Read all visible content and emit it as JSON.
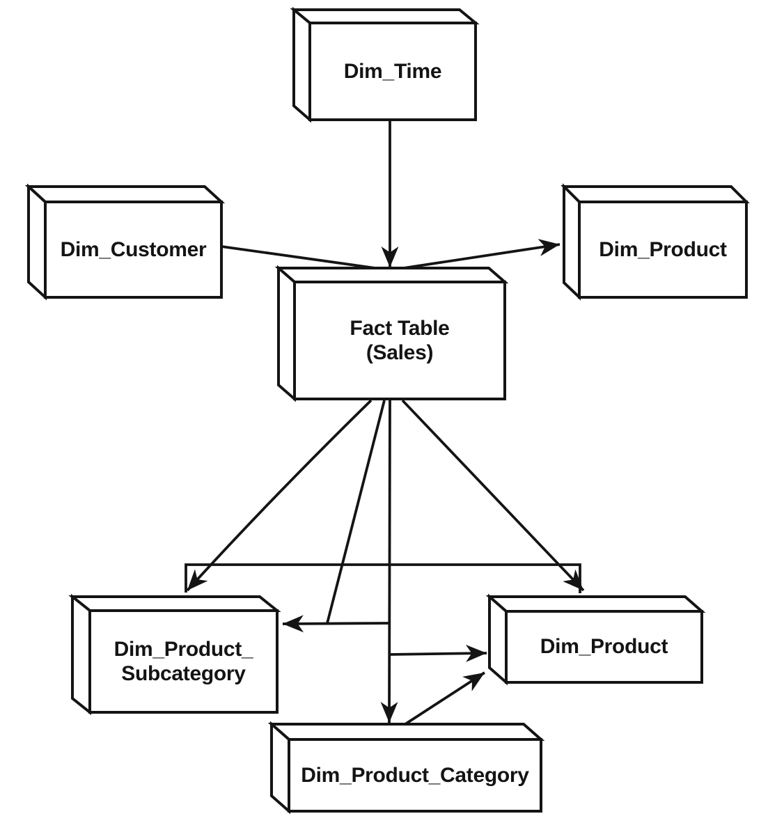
{
  "diagram": {
    "type": "star-snowflake-schema",
    "background_color": "#ffffff",
    "line_color": "#141414",
    "nodes": {
      "dim_time": {
        "label": "Dim_Time"
      },
      "dim_customer": {
        "label": "Dim_Customer"
      },
      "dim_product_right": {
        "label": "Dim_Product"
      },
      "fact_table": {
        "label": "Fact Table\n(Sales)"
      },
      "dim_product_subcategory": {
        "label": "Dim_Product_\nSubcategory"
      },
      "dim_product_bottom": {
        "label": "Dim_Product"
      },
      "dim_product_category": {
        "label": "Dim_Product_Category"
      }
    },
    "edges": [
      {
        "from": "Dim_Time",
        "to": "Fact Table (Sales)",
        "arrow_at": "fact table top"
      },
      {
        "from": "Dim_Customer",
        "to": "Fact Table (Sales)",
        "arrow_at": "none (meets fact table top)"
      },
      {
        "from": "Fact Table (Sales)",
        "to": "Dim_Product (right)",
        "arrow_at": "Dim_Product left side"
      },
      {
        "from": "Fact Table (Sales)",
        "to": "Dim_Product_Subcategory",
        "arrow_at": "Dim_Product_Subcategory top"
      },
      {
        "from": "Fact Table (Sales)",
        "to": "Dim_Product_Subcategory",
        "arrow_at": "Dim_Product_Subcategory right side"
      },
      {
        "from": "Fact Table (Sales)",
        "to": "Dim_Product_Category",
        "arrow_at": "Dim_Product_Category top"
      },
      {
        "from": "Fact Table (Sales)",
        "to": "Dim_Product (bottom)",
        "arrow_at": "Dim_Product top"
      },
      {
        "from": "center line",
        "to": "Dim_Product (bottom)",
        "arrow_at": "Dim_Product left side"
      },
      {
        "from": "Dim_Product_Category",
        "to": "Dim_Product (bottom)",
        "arrow_at": "Dim_Product lower-left corner"
      },
      {
        "from": "Dim_Product_Subcategory",
        "to": "Dim_Product (bottom)",
        "arrow_at": "none (square bracket connector)"
      }
    ]
  }
}
